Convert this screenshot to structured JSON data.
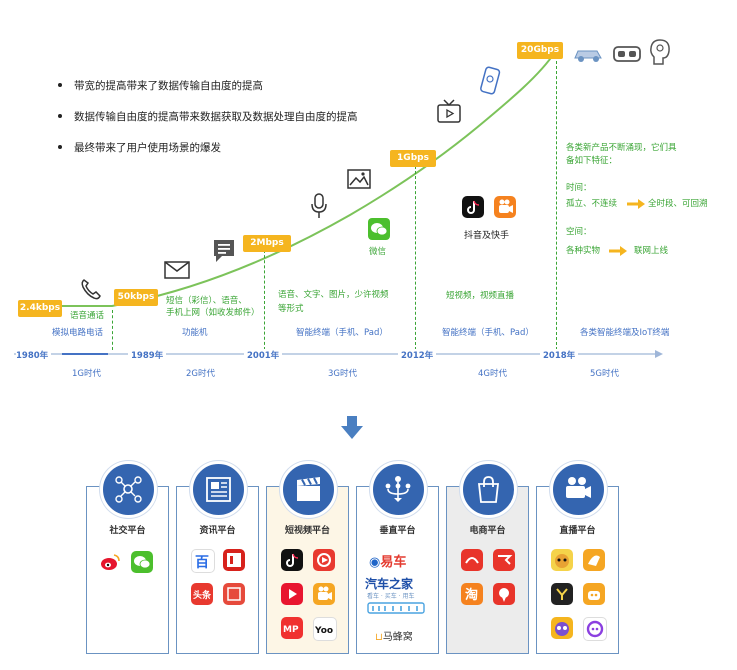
{
  "bullets": [
    "带宽的提高带来了数据传输自由度的提高",
    "数据传输自由度的提高带来数据获取及数据处理自由度的提高",
    "最终带来了用户使用场景的爆发"
  ],
  "speeds": [
    "2.4kbps",
    "50kbps",
    "2Mbps",
    "1Gbps",
    "20Gbps"
  ],
  "green_labels": {
    "g1": "语音通话",
    "g2a": "短信（彩信）、语音、",
    "g2b": "手机上网（如收发邮件）",
    "g3a": "语音、文字、图片，少许视频",
    "g3b": "等形式",
    "g4": "短视频，视频直播",
    "g5a": "各类新产品不断涌现，它们具",
    "g5b": "备如下特征：",
    "time_label": "时间：",
    "time_from": "孤立、不连续",
    "time_to": "全时段、可回溯",
    "space_label": "空间：",
    "space_from": "各种实物",
    "space_to": "联网上线"
  },
  "douyin_label": "抖音及快手",
  "wechat_label": "微信",
  "devices": [
    "模拟电路电话",
    "功能机",
    "智能终端（手机、Pad）",
    "智能终端（手机、Pad）",
    "各类智能终端及IoT终端"
  ],
  "years": [
    "1980年",
    "1989年",
    "2001年",
    "2012年",
    "2018年"
  ],
  "eras": [
    "1G时代",
    "2G时代",
    "3G时代",
    "4G时代",
    "5G时代"
  ],
  "platforms": [
    {
      "title": "社交平台",
      "icon": "social-network-icon"
    },
    {
      "title": "资讯平台",
      "icon": "newspaper-icon"
    },
    {
      "title": "短视频平台",
      "icon": "clapperboard-icon"
    },
    {
      "title": "垂直平台",
      "icon": "hierarchy-icon"
    },
    {
      "title": "电商平台",
      "icon": "shopping-bag-icon"
    },
    {
      "title": "直播平台",
      "icon": "video-camera-icon"
    }
  ],
  "app_texts": {
    "toutiao": "头条",
    "vertical_1": "易车",
    "vertical_2": "汽车之家",
    "vertical_2_sub": "看车 · 买车 · 用车",
    "vertical_3": "马蜂窝",
    "taobao": "淘",
    "mp": "MP",
    "yoo": "Yoo"
  },
  "colors": {
    "green": "#3aa535",
    "orange": "#f5b51f",
    "blue": "#4472c4",
    "card_border": "#6b93c2",
    "circle": "#3465b0"
  }
}
